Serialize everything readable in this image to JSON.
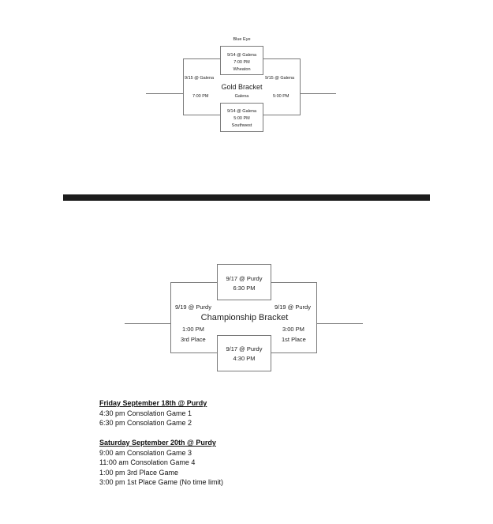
{
  "gold_bracket": {
    "title": "Gold Bracket",
    "top_seed": "Blue Eye",
    "top_game": {
      "date": "9/14 @ Galena",
      "time": "7:00 PM",
      "team": "Wheaton"
    },
    "left_game": {
      "date": "9/15 @ Galena",
      "time": "7:00 PM"
    },
    "center_team": "Galena",
    "right_game": {
      "date": "9/15 @ Galena",
      "time": "5:00 PM"
    },
    "bottom_game": {
      "date": "9/14 @ Galena",
      "time": "5:00 PM",
      "team": "Southwest"
    }
  },
  "championship_bracket": {
    "title": "Championship Bracket",
    "top_game": {
      "date": "9/17 @ Purdy",
      "time": "6:30 PM"
    },
    "left_game": {
      "date": "9/19 @ Purdy",
      "time": "1:00 PM",
      "place": "3rd Place"
    },
    "right_game": {
      "date": "9/19 @ Purdy",
      "time": "3:00 PM",
      "place": "1st Place"
    },
    "bottom_game": {
      "date": "9/17 @ Purdy",
      "time": "4:30 PM"
    }
  },
  "schedule": {
    "friday": {
      "heading": "Friday September 18th @ Purdy",
      "items": [
        "4:30 pm Consolation Game 1",
        "6:30 pm Consolation Game 2"
      ]
    },
    "saturday": {
      "heading": "Saturday September 20th @ Purdy",
      "items": [
        "9:00 am Consolation Game 3",
        "11:00 am Consolation Game 4",
        "1:00 pm 3rd Place Game",
        "3:00 pm 1st Place Game (No time limit)"
      ]
    }
  }
}
